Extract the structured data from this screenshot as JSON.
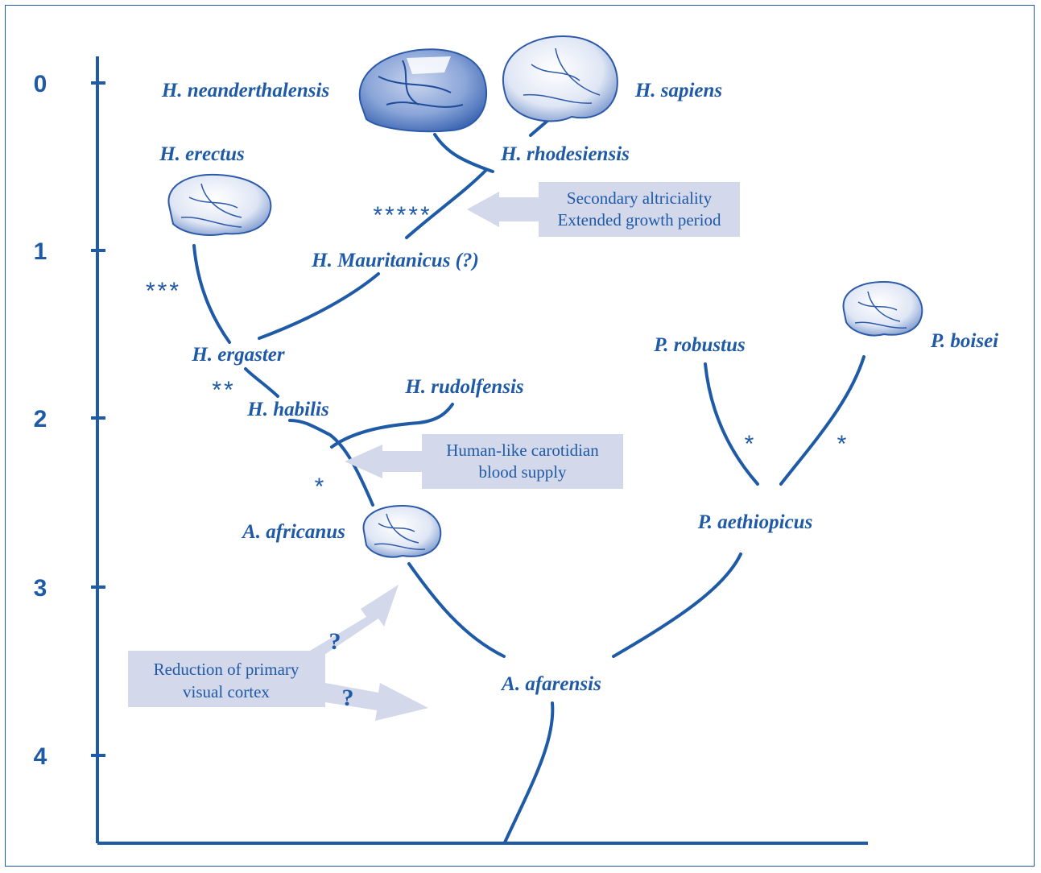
{
  "axis": {
    "ticks": [
      "0",
      "1",
      "2",
      "3",
      "4"
    ]
  },
  "taxa": {
    "h_neanderthalensis": "H. neanderthalensis",
    "h_sapiens": "H. sapiens",
    "h_rhodesiensis": "H. rhodesiensis",
    "h_erectus": "H. erectus",
    "h_mauritanicus": "H. Mauritanicus (?)",
    "h_ergaster": "H. ergaster",
    "h_habilis": "H. habilis",
    "h_rudolfensis": "H. rudolfensis",
    "a_africanus": "A. africanus",
    "a_afarensis": "A. afarensis",
    "p_robustus": "P. robustus",
    "p_boisei": "P. boisei",
    "p_aethiopicus": "P. aethiopicus"
  },
  "markers": {
    "five_star": "*****",
    "three_star": "***",
    "two_star": "**",
    "one_star": "*",
    "question": "?"
  },
  "callouts": {
    "secondary": [
      "Secondary altriciality",
      "Extended growth period"
    ],
    "carotid": [
      "Human-like carotidian",
      "blood supply"
    ],
    "visual": [
      "Reduction of primary",
      "visual cortex"
    ]
  },
  "colors": {
    "line": "#1f5aa6",
    "callout_fill": "#d3d8ea"
  }
}
